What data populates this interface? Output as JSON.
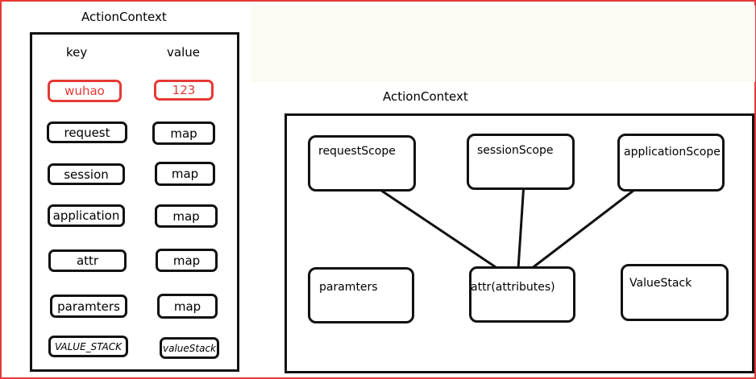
{
  "left": {
    "title": "ActionContext",
    "key_header": "key",
    "value_header": "value",
    "rows": [
      {
        "key": "wuhao",
        "value": "123"
      },
      {
        "key": "request",
        "value": "map"
      },
      {
        "key": "session",
        "value": "map"
      },
      {
        "key": "application",
        "value": "map"
      },
      {
        "key": "attr",
        "value": "map"
      },
      {
        "key": "paramters",
        "value": "map"
      },
      {
        "key": "VALUE_STACK",
        "value": "valueStack"
      }
    ]
  },
  "right": {
    "title": "ActionContext",
    "boxes": {
      "request_scope": "requestScope",
      "session_scope": "sessionScope",
      "application_scope": "applicationScope",
      "paramters": "paramters",
      "attr": "attr(attributes)",
      "value_stack": "ValueStack"
    }
  },
  "colors": {
    "frame": "#e53935",
    "highlight": "#e53935",
    "stroke": "#111111"
  }
}
